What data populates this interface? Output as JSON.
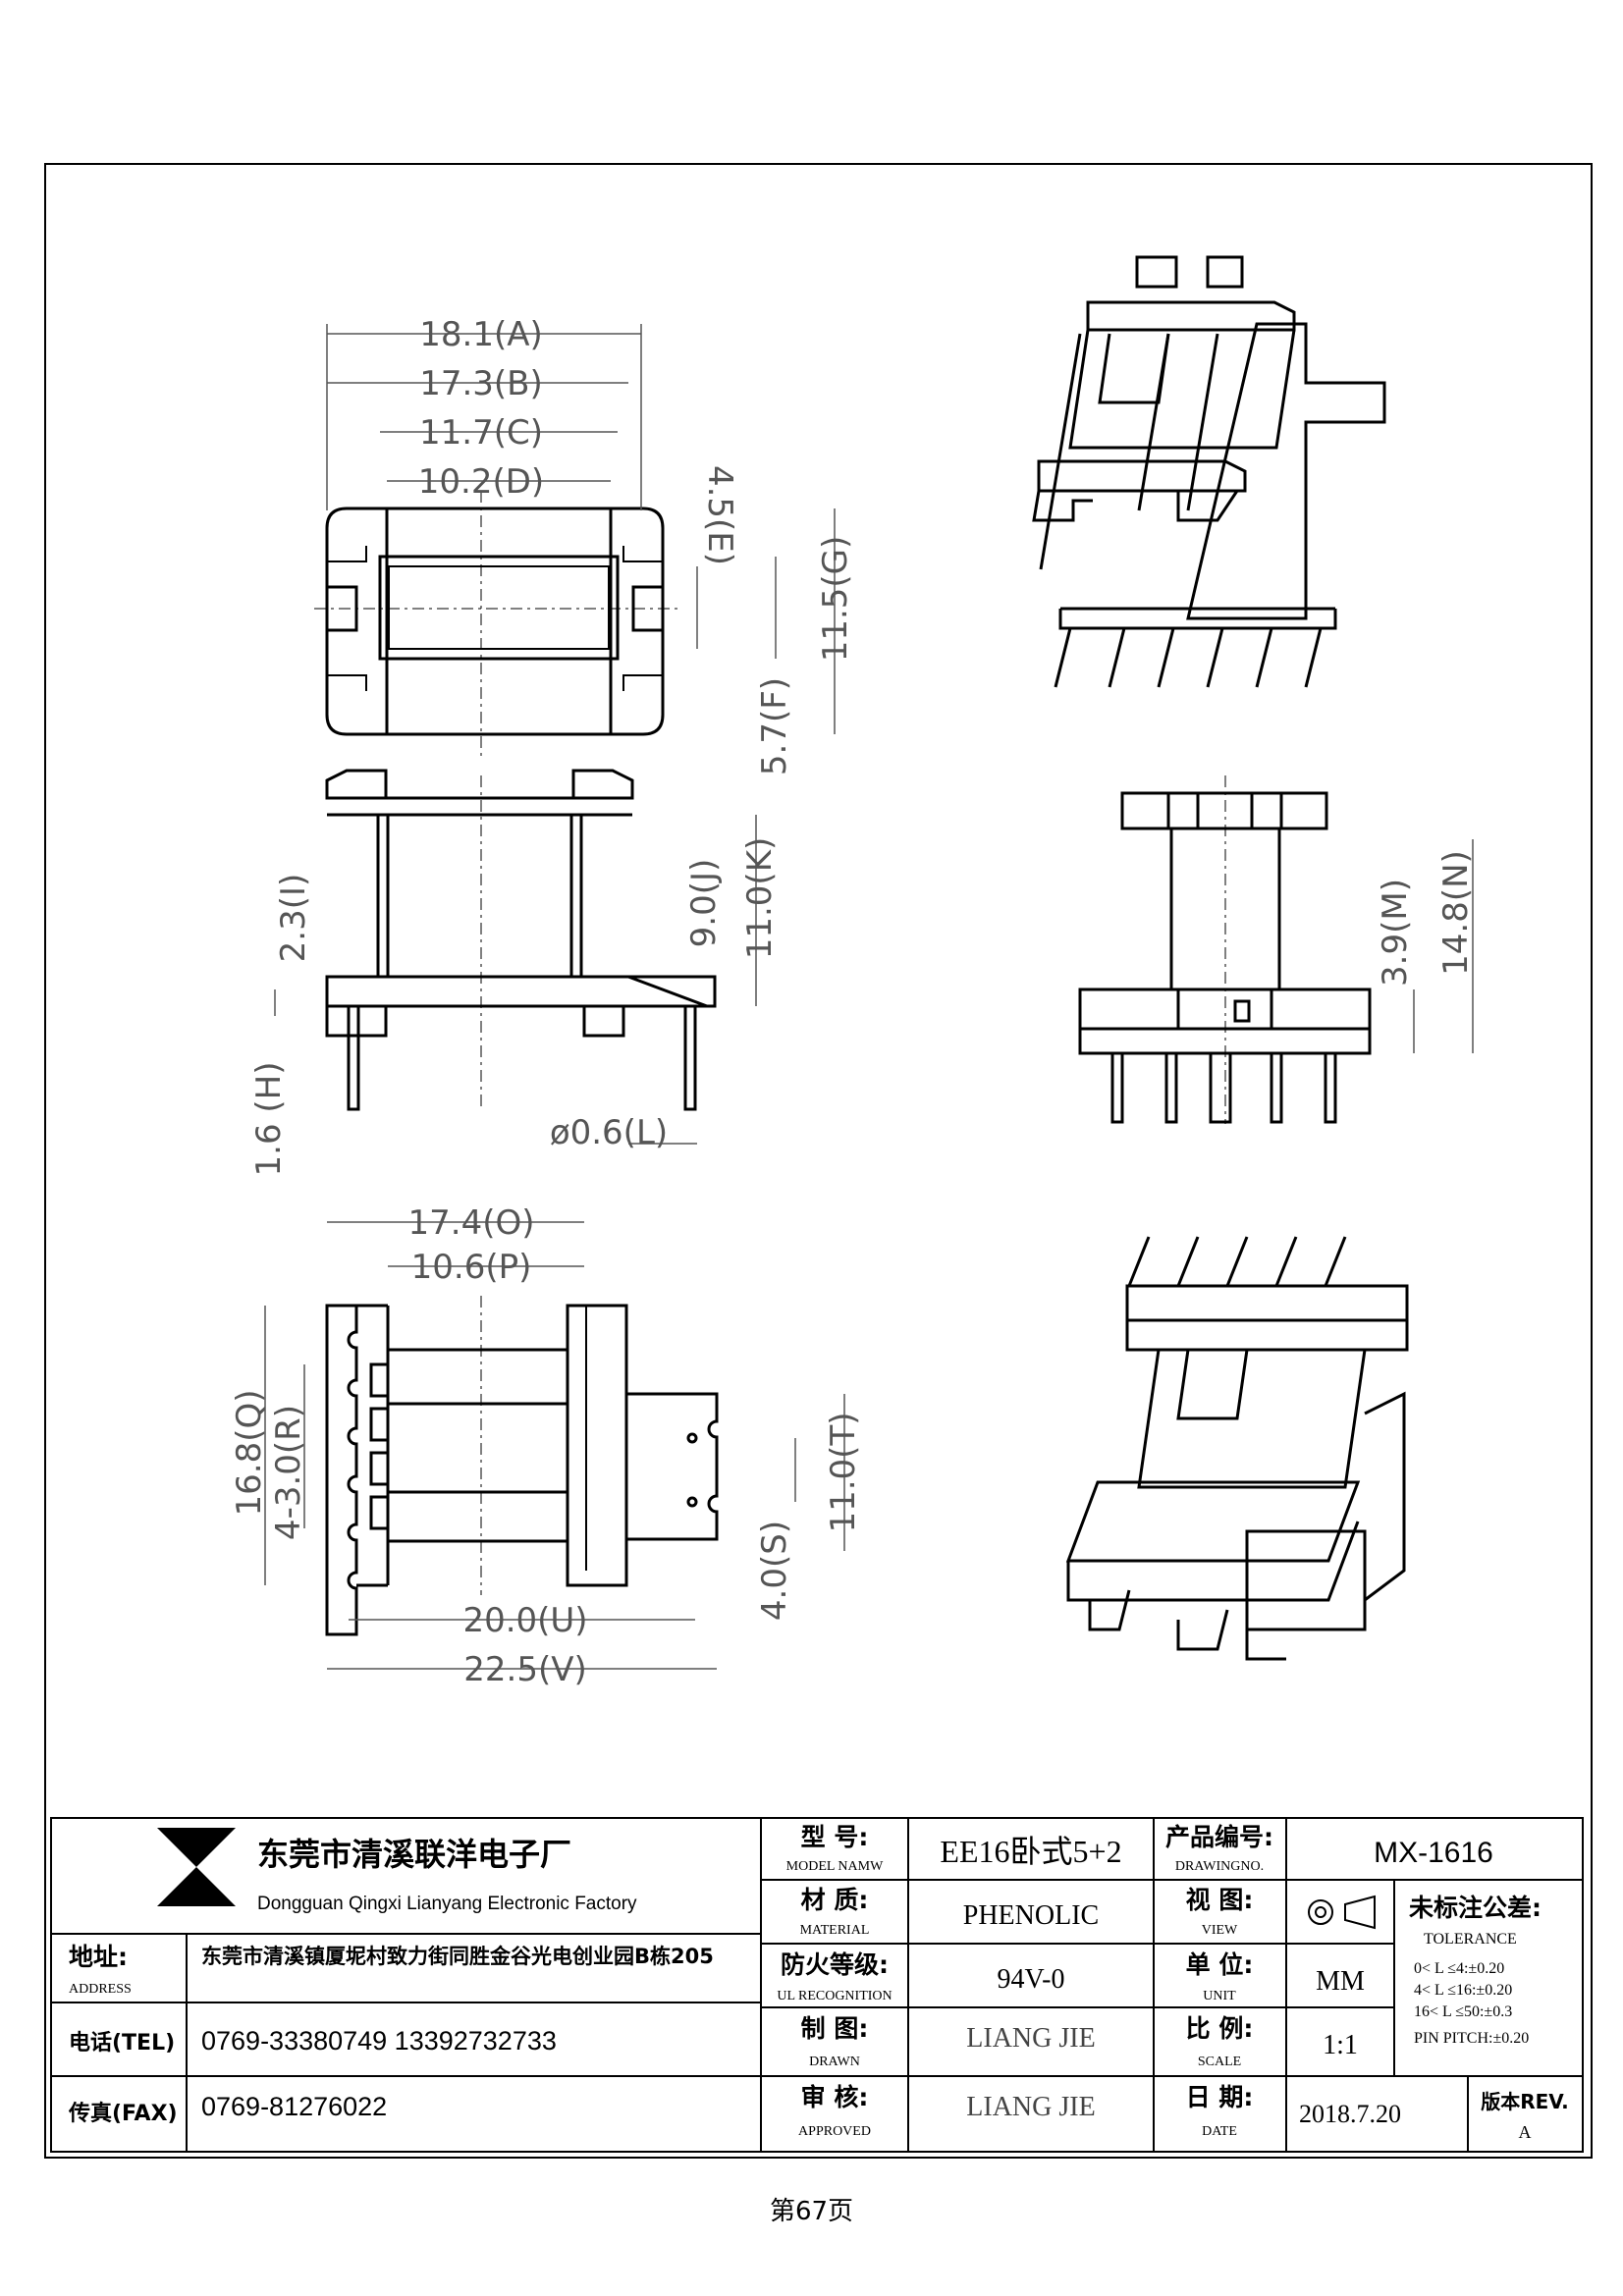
{
  "dimensions": {
    "A": "18.1(A)",
    "B": "17.3(B)",
    "C": "11.7(C)",
    "D": "10.2(D)",
    "E": "4.5(E)",
    "F": "5.7(F)",
    "G": "11.5(G)",
    "H": "1.6 (H)",
    "I": "2.3(I)",
    "J": "9.0(J)",
    "K": "11.0(K)",
    "L": "ø0.6(L)",
    "M": "3.9(M)",
    "N": "14.8(N)",
    "O": "17.4(O)",
    "P": "10.6(P)",
    "Q": "16.8(Q)",
    "R": "4-3.0(R)",
    "S": "4.0(S)",
    "T": "11.0(T)",
    "U": "20.0(U)",
    "V": "22.5(V)"
  },
  "title_block": {
    "company_cn": "东莞市清溪联洋电子厂",
    "company_en": "Dongguan Qingxi Lianyang Electronic Factory",
    "address_cn": "地址:",
    "address_en": "ADDRESS",
    "address_value": "东莞市清溪镇厦坭村致力街同胜金谷光电创业园B栋205",
    "tel_label": "电话(TEL)",
    "tel_value": "0769-33380749   13392732733",
    "fax_label": "传真(FAX)",
    "fax_value": "0769-81276022",
    "model_cn": "型 号:",
    "model_en": "MODEL NAMW",
    "model_value": "EE16卧式5+2",
    "drawingno_cn": "产品编号:",
    "drawingno_en": "DRAWINGNO.",
    "drawingno_value": "MX-1616",
    "material_cn": "材 质:",
    "material_en": "MATERIAL",
    "material_value": "PHENOLIC",
    "view_cn": "视 图:",
    "view_en": "VIEW",
    "tolerance_cn": "未标注公差:",
    "tolerance_en": "TOLERANCE",
    "tol_1": "0< L ≤4:±0.20",
    "tol_2": "4< L ≤16:±0.20",
    "tol_3": "16< L ≤50:±0.3",
    "tol_4": "PIN PITCH:±0.20",
    "ul_cn": "防火等级:",
    "ul_en": "UL RECOGNITION",
    "ul_value": "94V-0",
    "unit_cn": "单 位:",
    "unit_en": "UNIT",
    "unit_value": "MM",
    "drawn_cn": "制 图:",
    "drawn_en": "DRAWN",
    "drawn_value": "LIANG JIE",
    "scale_cn": "比 例:",
    "scale_en": "SCALE",
    "scale_value": "1:1",
    "approved_cn": "审 核:",
    "approved_en": "APPROVED",
    "approved_value": "LIANG JIE",
    "date_cn": "日 期:",
    "date_en": "DATE",
    "date_value": "2018.7.20",
    "rev_label": "版本REV.",
    "rev_value": "A"
  },
  "page_number": "第67页"
}
